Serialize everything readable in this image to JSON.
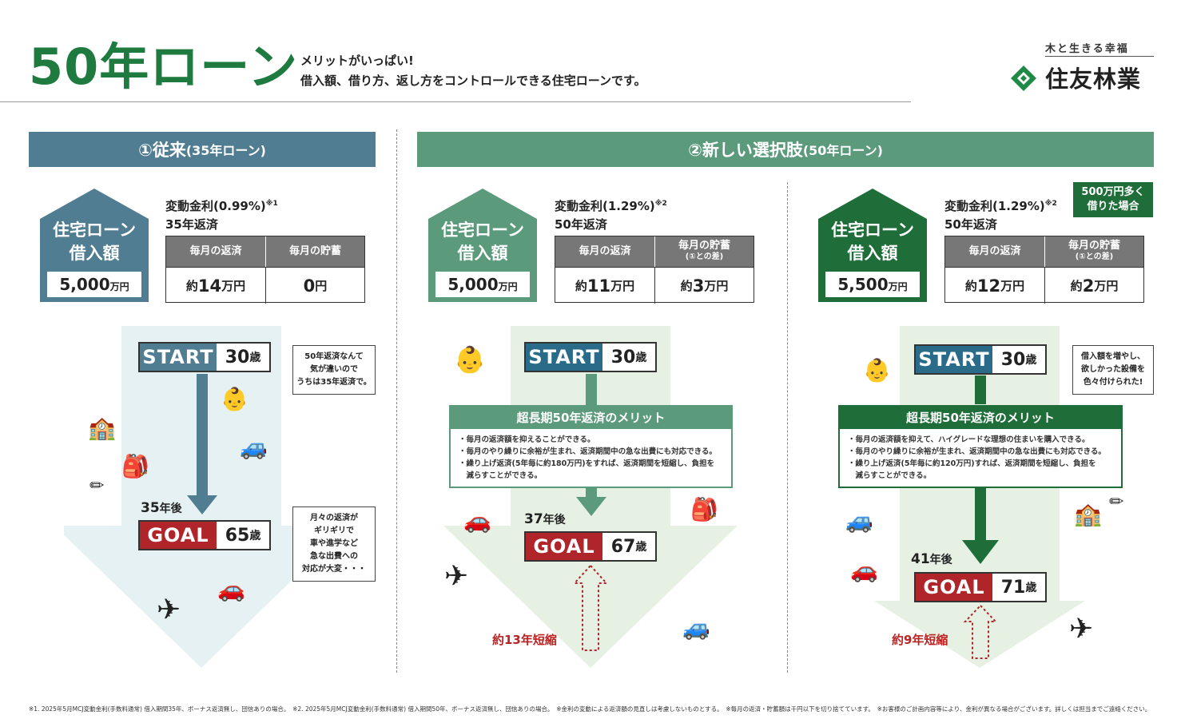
{
  "header": {
    "title": "50年ローン",
    "tagline1": "メリットがいっぱい!",
    "tagline2": "借入額、借り方、返し方をコントロールできる住宅ローンです。",
    "brand_tag": "木と生きる幸福",
    "brand_name": "住友林業"
  },
  "colors": {
    "blue": "#517d92",
    "teal": "#5c9a7c",
    "green": "#1f6e3a",
    "red": "#b0252a",
    "lightblue": "#e5f1f2",
    "lightgreen": "#e6f1e3"
  },
  "section1": {
    "title": "①従来",
    "title_sub": "(35年ローン)"
  },
  "section2": {
    "title": "②新しい選択肢",
    "title_sub": "(50年ローン)"
  },
  "plans": [
    {
      "house_label1": "住宅ローン",
      "house_label2": "借入額",
      "amount": "5,000",
      "amount_unit": "万円",
      "rate": "変動金利(0.99%)",
      "rate_note": "※1",
      "term": "35年返済",
      "col1": "毎月の返済",
      "col2": "毎月の貯蓄",
      "col2_sub": "",
      "val1_pre": "約",
      "val1": "14",
      "val1_unit": "万円",
      "val2": "0",
      "val2_unit": "円",
      "start": "START",
      "start_age": "30",
      "age_unit": "歳",
      "years_after": "35",
      "years_unit": "年後",
      "goal": "GOAL",
      "goal_age": "65",
      "bubble1": [
        "50年返済なんて",
        "気が違いので",
        "うちは35年返済で。"
      ],
      "bubble2": [
        "月々の返済が",
        "ギリギリで",
        "車や進学など",
        "急な出費への",
        "対応が大変・・・"
      ]
    },
    {
      "house_label1": "住宅ローン",
      "house_label2": "借入額",
      "amount": "5,000",
      "amount_unit": "万円",
      "rate": "変動金利(1.29%)",
      "rate_note": "※2",
      "term": "50年返済",
      "col1": "毎月の返済",
      "col2": "毎月の貯蓄",
      "col2_sub": "(①との差)",
      "val1_pre": "約",
      "val1": "11",
      "val1_unit": "万円",
      "val2_pre": "約",
      "val2": "3",
      "val2_unit": "万円",
      "start": "START",
      "start_age": "30",
      "age_unit": "歳",
      "merit_title": "超長期50年返済のメリット",
      "merits": [
        "・毎月の返済額を抑えることができる。",
        "・毎月のやり繰りに余裕が生まれ、返済期間中の急な出費にも対応できる。",
        "・繰り上げ返済(5年毎に約180万円)をすれば、返済期間を短縮し、負担を",
        "　減らすことができる。"
      ],
      "years_after": "37",
      "years_unit": "年後",
      "goal": "GOAL",
      "goal_age": "67",
      "shorten": "約13年短縮"
    },
    {
      "house_label1": "住宅ローン",
      "house_label2": "借入額",
      "amount": "5,500",
      "amount_unit": "万円",
      "rate": "変動金利(1.29%)",
      "rate_note": "※2",
      "term": "50年返済",
      "badge1": "500万円多く",
      "badge2": "借りた場合",
      "col1": "毎月の返済",
      "col2": "毎月の貯蓄",
      "col2_sub": "(①との差)",
      "val1_pre": "約",
      "val1": "12",
      "val1_unit": "万円",
      "val2_pre": "約",
      "val2": "2",
      "val2_unit": "万円",
      "start": "START",
      "start_age": "30",
      "age_unit": "歳",
      "bubble1": [
        "借入額を増やし、",
        "欲しかった設備を",
        "色々付けられた!"
      ],
      "merit_title": "超長期50年返済のメリット",
      "merits": [
        "・毎月の返済額を抑えて、ハイグレードな理想の住まいを購入できる。",
        "・毎月のやり繰りに余裕が生まれ、返済期間中の急な出費にも対応できる。",
        "・繰り上げ返済(5年毎に約120万円)すれば、返済期間を短縮し、負担を",
        "　減らすことができる。"
      ],
      "years_after": "41",
      "years_unit": "年後",
      "goal": "GOAL",
      "goal_age": "71",
      "shorten": "約9年短縮"
    }
  ],
  "footnote": "※1. 2025年5月MCJ変動金利(手数料通常) 借入期間35年、ボーナス返済無し、団信ありの場合。　※2. 2025年5月MCJ変動金利(手数料通常) 借入期間50年、ボーナス返済無し、団信ありの場合。　※金利の変動による返済額の見直しは考慮しないものとする。　※毎月の返済・貯蓄額は千円以下を切り捨てています。　※お客様のご計画内容等により、金利が異なる場合がございます。詳しくは担当までご遠絡ください。"
}
